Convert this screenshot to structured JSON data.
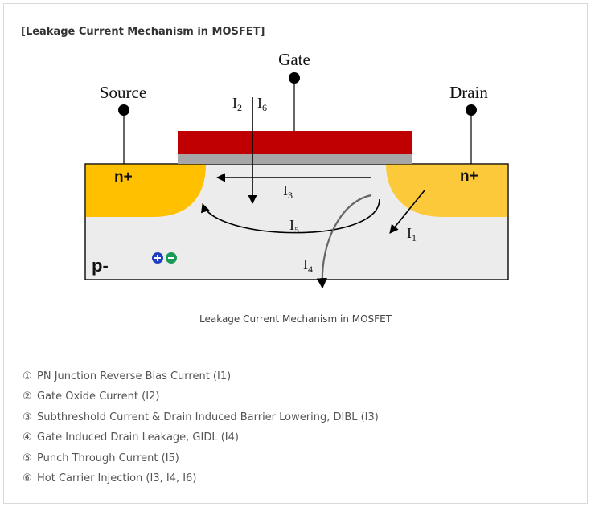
{
  "title": "[Leakage Current Mechanism in MOSFET]",
  "caption": "Leakage Current Mechanism in MOSFET",
  "diagram": {
    "terminals": {
      "gate": "Gate",
      "source": "Source",
      "drain": "Drain"
    },
    "regions": {
      "source": "n+",
      "drain": "n+",
      "substrate": "p-"
    },
    "currents": {
      "i1": {
        "main": "I",
        "sub": "1"
      },
      "i2": {
        "main": "I",
        "sub": "2"
      },
      "i3": {
        "main": "I",
        "sub": "3"
      },
      "i4": {
        "main": "I",
        "sub": "4"
      },
      "i5": {
        "main": "I",
        "sub": "5"
      },
      "i6": {
        "main": "I",
        "sub": "6"
      }
    },
    "colors": {
      "gate": "#c00000",
      "oxide": "#a6a6a6",
      "n_plus": "#ffc000",
      "substrate": "#ececec",
      "hole": "#1f3fbf",
      "electron": "#1a9a5a"
    }
  },
  "items": [
    {
      "num": "①",
      "text": "PN Junction Reverse Bias Current (I1)"
    },
    {
      "num": "②",
      "text": "Gate Oxide Current (I2)"
    },
    {
      "num": "③",
      "text": "Subthreshold Current & Drain Induced Barrier Lowering, DIBL (I3)"
    },
    {
      "num": "④",
      "text": "Gate Induced Drain Leakage, GIDL (I4)"
    },
    {
      "num": "⑤",
      "text": "Punch Through Current (I5)"
    },
    {
      "num": "⑥",
      "text": "Hot Carrier Injection (I3, I4, I6)"
    }
  ]
}
